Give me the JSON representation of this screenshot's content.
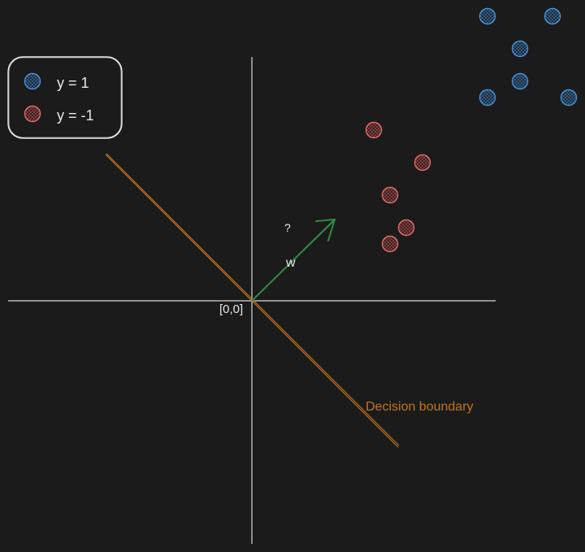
{
  "legend": {
    "items": [
      {
        "label": "y = 1",
        "color": "#4a90d9"
      },
      {
        "label": "y = -1",
        "color": "#e06c6c"
      }
    ]
  },
  "labels": {
    "origin": "[0,0]",
    "weight_vector": "w",
    "question": "?",
    "decision_boundary": "Decision boundary"
  },
  "colors": {
    "background": "#1b1b1b",
    "axes": "#d8d8d8",
    "positive": "#4a90d9",
    "negative": "#e06c6c",
    "boundary": "#c6751c",
    "vector": "#2f8a46",
    "text": "#e8e8e8"
  }
}
